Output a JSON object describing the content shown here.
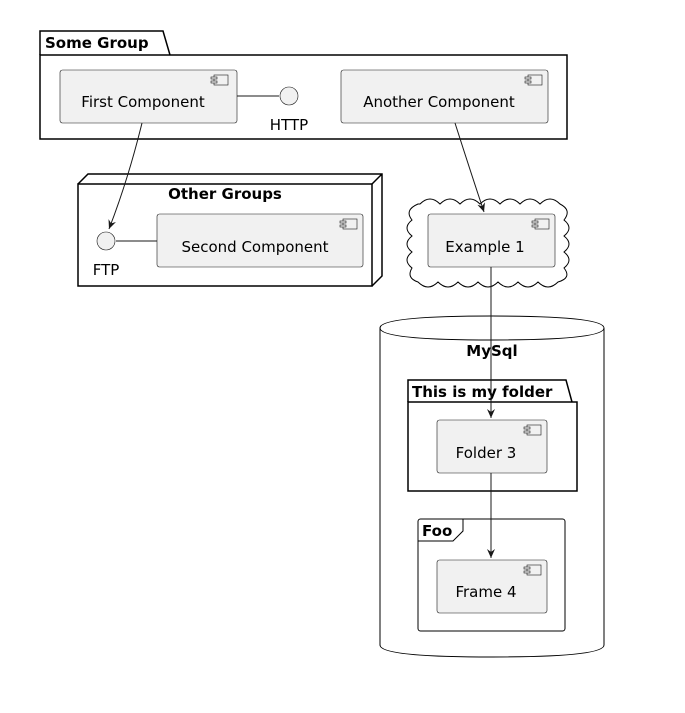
{
  "groups": {
    "some_group": "Some Group",
    "other_groups": "Other Groups",
    "mysql": "MySql",
    "my_folder": "This is my folder",
    "foo": "Foo"
  },
  "components": {
    "first": "First Component",
    "another": "Another Component",
    "second": "Second Component",
    "example1": "Example 1",
    "folder3": "Folder 3",
    "frame4": "Frame 4"
  },
  "interfaces": {
    "http": "HTTP",
    "ftp": "FTP"
  }
}
